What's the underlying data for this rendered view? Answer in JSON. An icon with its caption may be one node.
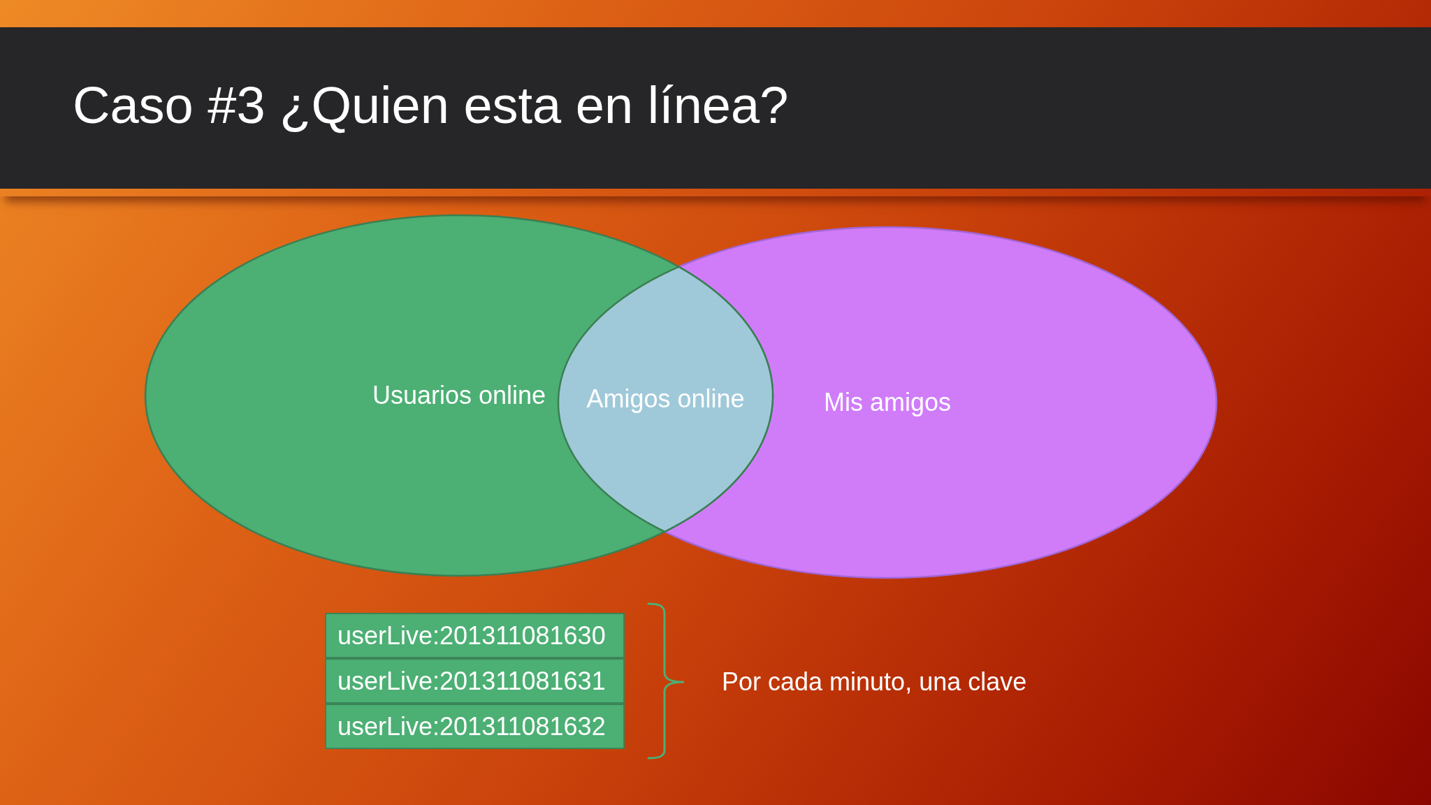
{
  "diagram": {
    "title": "Caso #3 ¿Quien esta en línea?",
    "nodes": [
      {
        "text": [
          "Usuarios online"
        ]
      },
      {
        "text": [
          "Amigos online"
        ]
      },
      {
        "text": [
          "Mis amigos"
        ]
      },
      {
        "text": [
          "userLive:201311081630"
        ]
      },
      {
        "text": [
          "userLive:201311081631"
        ]
      },
      {
        "text": [
          "userLive:201311081632"
        ]
      }
    ],
    "labels": [
      "Por cada minuto, una clave"
    ]
  }
}
